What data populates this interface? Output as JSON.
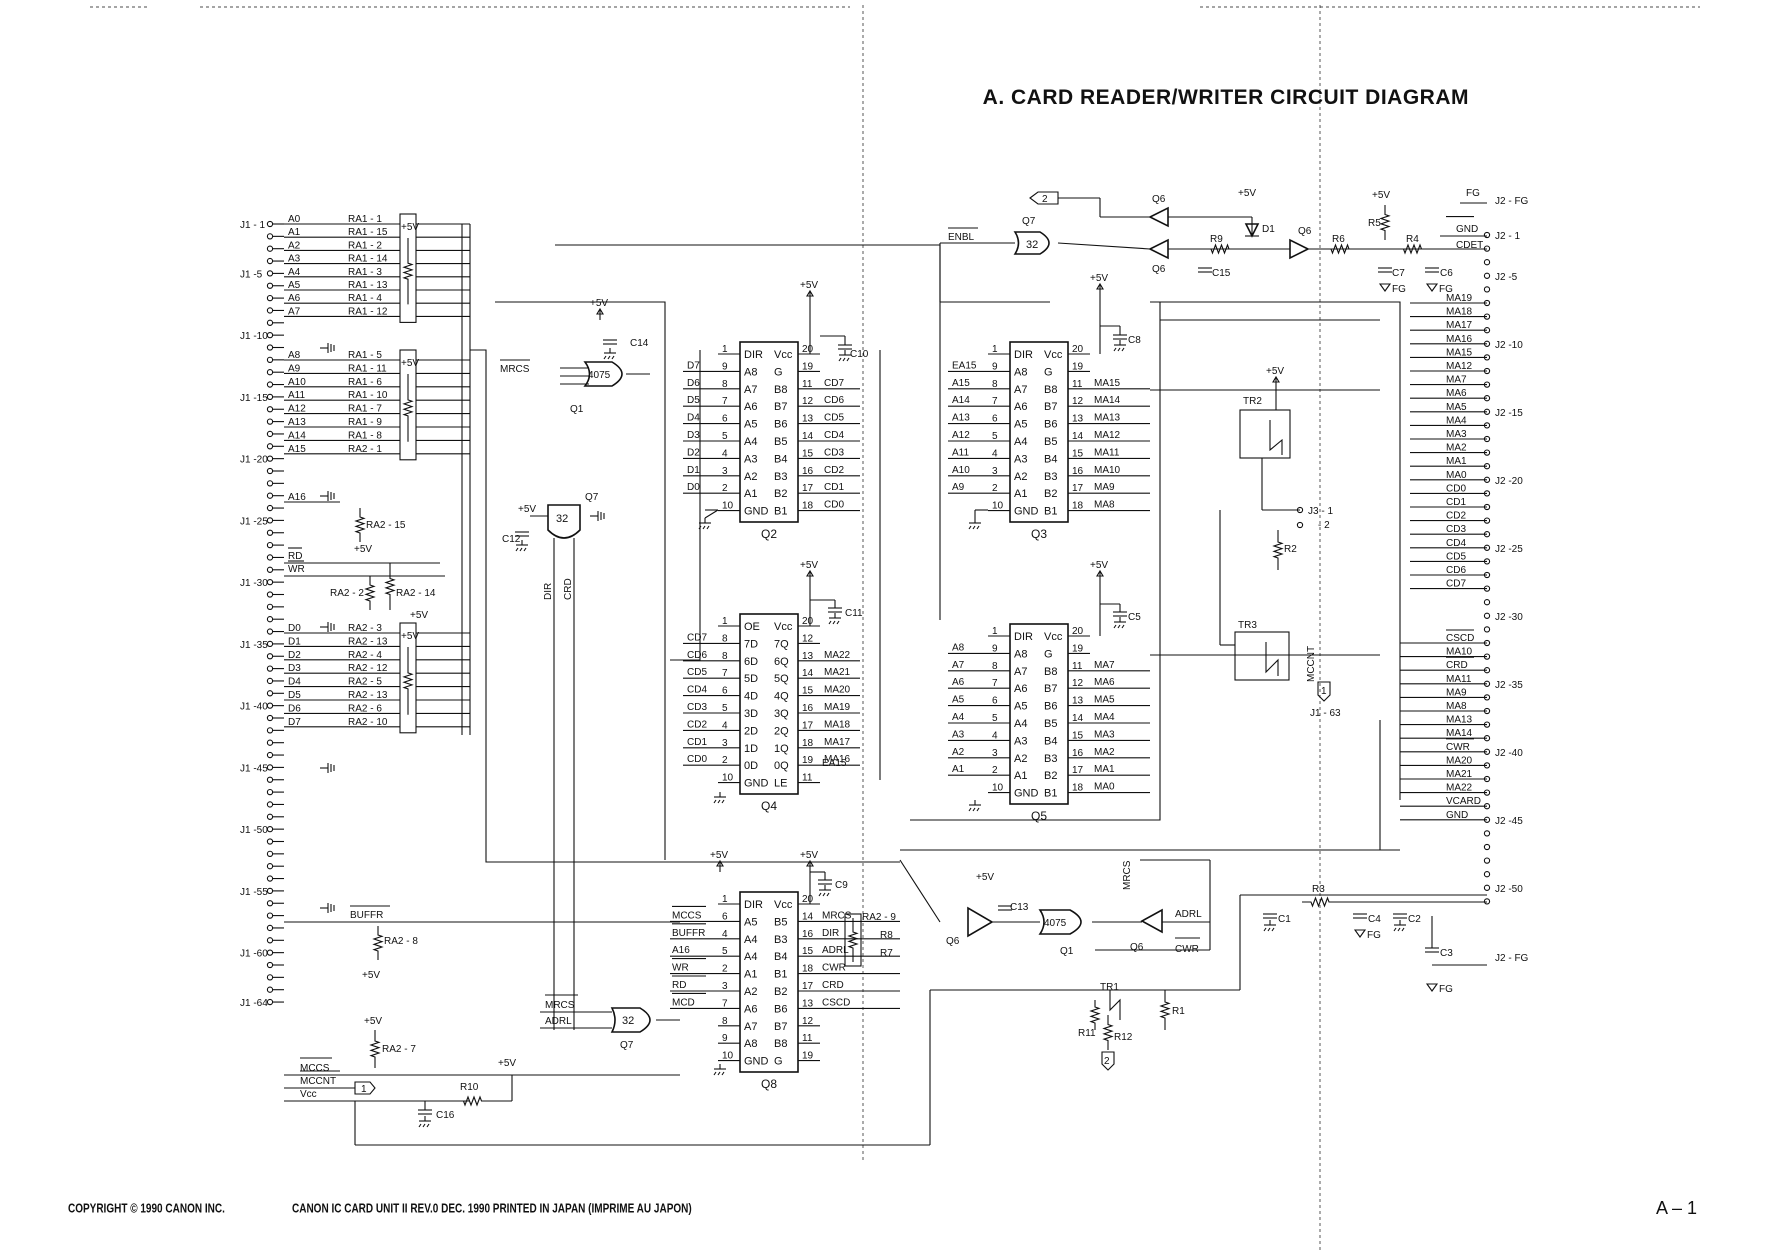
{
  "title": "A. CARD READER/WRITER CIRCUIT DIAGRAM",
  "footer": {
    "copyright": "COPYRIGHT © 1990 CANON INC.",
    "unit_line": "CANON IC CARD UNIT II REV.0 DEC. 1990 PRINTED IN JAPAN (IMPRIME AU JAPON)",
    "page": "A – 1"
  },
  "j1_pins": [
    "J1 - 1",
    "J1 -5",
    "J1 -10",
    "J1 -15",
    "J1 -20",
    "J1 -25",
    "J1 -30",
    "J1 -35",
    "J1 -40",
    "J1 -45",
    "J1 -50",
    "J1 -55",
    "J1 -60",
    "J1 -64"
  ],
  "j2_pins": [
    "J2 - FG",
    "J2 - 1",
    "J2 -5",
    "J2 -10",
    "J2 -15",
    "J2 -20",
    "J2 -25",
    "J2 -30",
    "J2 -35",
    "J2 -40",
    "J2 -45",
    "J2 -50",
    "J2 - FG"
  ],
  "addr_low": [
    "A0",
    "A1",
    "A2",
    "A3",
    "A4",
    "A5",
    "A6",
    "A7"
  ],
  "addr_low_res": [
    "RA1 - 1",
    "RA1 - 15",
    "RA1 - 2",
    "RA1 - 14",
    "RA1 - 3",
    "RA1 - 13",
    "RA1 - 4",
    "RA1 - 12"
  ],
  "addr_high": [
    "A8",
    "A9",
    "A10",
    "A11",
    "A12",
    "A13",
    "A14",
    "A15"
  ],
  "addr_high_res": [
    "RA1 - 5",
    "RA1 - 11",
    "RA1 - 6",
    "RA1 - 10",
    "RA1 - 7",
    "RA1 - 9",
    "RA1 - 8",
    "RA2 - 1"
  ],
  "data_lines": [
    "D0",
    "D1",
    "D2",
    "D3",
    "D4",
    "D5",
    "D6",
    "D7"
  ],
  "data_res": [
    "RA2 - 3",
    "RA2 - 13",
    "RA2 - 4",
    "RA2 - 12",
    "RA2 - 5",
    "RA2 - 13",
    "RA2 - 6",
    "RA2 - 10"
  ],
  "misc_labels": {
    "a16": "A16",
    "ra2_15": "RA2 - 15",
    "plus5v": "+5V",
    "rd": "RD",
    "wr": "WR",
    "ra2_2": "RA2 - 2",
    "ra2_14": "RA2 - 14",
    "buffr": "BUFFR",
    "ra2_8": "RA2 - 8",
    "ra2_7": "RA2 - 7",
    "mccs": "MCCS",
    "mccnt": "MCCNT",
    "vcc": "Vcc",
    "r10": "R10",
    "c16": "C16",
    "mrcs": "MRCS",
    "enbl": "ENBL",
    "dir": "DIR",
    "crd": "CRD",
    "plus5v_tag": "+5V",
    "flag1": "1",
    "flag2": "2"
  },
  "q1": {
    "name": "Q1",
    "part": "4075"
  },
  "q7": {
    "name": "Q7",
    "part": "32"
  },
  "q2": {
    "name": "Q2",
    "left": [
      [
        "1",
        "DIR"
      ],
      [
        "9",
        "A8"
      ],
      [
        "8",
        "A7"
      ],
      [
        "7",
        "A6"
      ],
      [
        "6",
        "A5"
      ],
      [
        "5",
        "A4"
      ],
      [
        "4",
        "A3"
      ],
      [
        "3",
        "A2"
      ],
      [
        "2",
        "A1"
      ],
      [
        "10",
        "GND"
      ]
    ],
    "right": [
      [
        "20",
        "Vcc"
      ],
      [
        "19",
        "G"
      ],
      [
        "11",
        "B8"
      ],
      [
        "12",
        "B7"
      ],
      [
        "13",
        "B6"
      ],
      [
        "14",
        "B5"
      ],
      [
        "15",
        "B4"
      ],
      [
        "16",
        "B3"
      ],
      [
        "17",
        "B2"
      ],
      [
        "18",
        "B1"
      ]
    ],
    "in": [
      "D7",
      "D6",
      "D5",
      "D4",
      "D3",
      "D2",
      "D1",
      "D0"
    ],
    "out": [
      "CD7",
      "CD6",
      "CD5",
      "CD4",
      "CD3",
      "CD2",
      "CD1",
      "CD0"
    ]
  },
  "q3": {
    "name": "Q3",
    "left": [
      [
        "1",
        "DIR"
      ],
      [
        "9",
        "A8"
      ],
      [
        "8",
        "A7"
      ],
      [
        "7",
        "A6"
      ],
      [
        "6",
        "A5"
      ],
      [
        "5",
        "A4"
      ],
      [
        "4",
        "A3"
      ],
      [
        "3",
        "A2"
      ],
      [
        "2",
        "A1"
      ],
      [
        "10",
        "GND"
      ]
    ],
    "right": [
      [
        "20",
        "Vcc"
      ],
      [
        "19",
        "G"
      ],
      [
        "11",
        "B8"
      ],
      [
        "12",
        "B7"
      ],
      [
        "13",
        "B6"
      ],
      [
        "14",
        "B5"
      ],
      [
        "15",
        "B4"
      ],
      [
        "16",
        "B3"
      ],
      [
        "17",
        "B2"
      ],
      [
        "18",
        "B1"
      ]
    ],
    "in": [
      "EA15",
      "A15",
      "A14",
      "A13",
      "A12",
      "A11",
      "A10",
      "A9"
    ],
    "out": [
      "MA15",
      "MA14",
      "MA13",
      "MA12",
      "MA11",
      "MA10",
      "MA9",
      "MA8"
    ]
  },
  "q4": {
    "name": "Q4",
    "left": [
      [
        "1",
        "OE"
      ],
      [
        "8",
        "7D"
      ],
      [
        "8",
        "6D"
      ],
      [
        "7",
        "5D"
      ],
      [
        "6",
        "4D"
      ],
      [
        "5",
        "3D"
      ],
      [
        "4",
        "2D"
      ],
      [
        "3",
        "1D"
      ],
      [
        "2",
        "0D"
      ],
      [
        "10",
        "GND"
      ]
    ],
    "right": [
      [
        "20",
        "Vcc"
      ],
      [
        "12",
        "7Q"
      ],
      [
        "13",
        "6Q"
      ],
      [
        "14",
        "5Q"
      ],
      [
        "15",
        "4Q"
      ],
      [
        "16",
        "3Q"
      ],
      [
        "17",
        "2Q"
      ],
      [
        "18",
        "1Q"
      ],
      [
        "19",
        "0Q"
      ],
      [
        "11",
        "LE"
      ]
    ],
    "in": [
      "CD7",
      "CD6",
      "CD5",
      "CD4",
      "CD3",
      "CD2",
      "CD1",
      "CD0"
    ],
    "out": [
      "MA22",
      "MA21",
      "MA20",
      "MA19",
      "MA18",
      "MA17",
      "MA16",
      "EA15"
    ]
  },
  "q5": {
    "name": "Q5",
    "left": [
      [
        "1",
        "DIR"
      ],
      [
        "9",
        "A8"
      ],
      [
        "8",
        "A7"
      ],
      [
        "7",
        "A6"
      ],
      [
        "6",
        "A5"
      ],
      [
        "5",
        "A4"
      ],
      [
        "4",
        "A3"
      ],
      [
        "3",
        "A2"
      ],
      [
        "2",
        "A1"
      ],
      [
        "10",
        "GND"
      ]
    ],
    "right": [
      [
        "20",
        "Vcc"
      ],
      [
        "19",
        "G"
      ],
      [
        "11",
        "B8"
      ],
      [
        "12",
        "B7"
      ],
      [
        "13",
        "B6"
      ],
      [
        "14",
        "B5"
      ],
      [
        "15",
        "B4"
      ],
      [
        "16",
        "B3"
      ],
      [
        "17",
        "B2"
      ],
      [
        "18",
        "B1"
      ]
    ],
    "in": [
      "A8",
      "A7",
      "A6",
      "A5",
      "A4",
      "A3",
      "A2",
      "A1"
    ],
    "out": [
      "MA7",
      "MA6",
      "MA5",
      "MA4",
      "MA3",
      "MA2",
      "MA1",
      "MA0"
    ]
  },
  "q8": {
    "name": "Q8",
    "left": [
      [
        "1",
        "DIR"
      ],
      [
        "6",
        "A5"
      ],
      [
        "4",
        "A4"
      ],
      [
        "5",
        "A4"
      ],
      [
        "2",
        "A1"
      ],
      [
        "3",
        "A2"
      ],
      [
        "7",
        "A6"
      ],
      [
        "8",
        "A7"
      ],
      [
        "9",
        "A8"
      ],
      [
        "10",
        "GND"
      ]
    ],
    "right": [
      [
        "20",
        "Vcc"
      ],
      [
        "14",
        "B5"
      ],
      [
        "16",
        "B3"
      ],
      [
        "15",
        "B4"
      ],
      [
        "18",
        "B1"
      ],
      [
        "17",
        "B2"
      ],
      [
        "13",
        "B6"
      ],
      [
        "12",
        "B7"
      ],
      [
        "11",
        "B8"
      ],
      [
        "19",
        "G"
      ]
    ],
    "in": [
      "MCCS",
      "BUFFR",
      "A16",
      "WR",
      "RD",
      "MCD"
    ],
    "out": [
      "MRCS",
      "DIR",
      "ADRL",
      "CWR",
      "CRD",
      "CSCD"
    ],
    "ra2_9": "RA2 - 9",
    "r8": "R8",
    "r7": "R7"
  },
  "q7b": {
    "name": "Q7",
    "part": "32",
    "in": [
      "MRCS",
      "ADRL"
    ]
  },
  "bottom_logic": {
    "q6": "Q6",
    "q1": "Q1",
    "part": "4075",
    "c13": "C13",
    "mrcs": "MRCS",
    "adrl": "ADRL",
    "cwr": "CWR",
    "tr1": "TR1",
    "r11": "R11",
    "r12": "R12",
    "r1": "R1",
    "c9": "C9"
  },
  "top_right": {
    "q7": "Q7",
    "q6a": "Q6",
    "q6b": "Q6",
    "q6c": "Q6",
    "d1": "D1",
    "r9": "R9",
    "c15": "C15",
    "r6": "R6",
    "r5": "R5",
    "r4": "R4",
    "c7": "C7",
    "c6": "C6",
    "fg": "FG",
    "gnd": "GND",
    "cdet": "CDET",
    "vfg1": "FG",
    "vfg2": "FG"
  },
  "trs": {
    "tr2": "TR2",
    "tr3": "TR3",
    "j3_1": "J3 - 1",
    "j3_2": "- 2",
    "r2": "R2",
    "mccnt": "MCCNT",
    "j1_63": "J1 - 63",
    "flag": "1"
  },
  "caps": {
    "c14": "C14",
    "c10": "C10",
    "c8": "C8",
    "c11": "C11",
    "c5": "C5",
    "c12": "C12",
    "c9": "C9"
  },
  "j2_signals": [
    "MA19",
    "MA18",
    "MA17",
    "MA16",
    "MA15",
    "MA12",
    "MA7",
    "MA6",
    "MA5",
    "MA4",
    "MA3",
    "MA2",
    "MA1",
    "MA0",
    "CD0",
    "CD1",
    "CD2",
    "CD3",
    "CD4",
    "CD5",
    "CD6",
    "CD7"
  ],
  "j2_signals_lower": [
    "CSCD",
    "MA10",
    "CRD",
    "MA11",
    "MA9",
    "MA8",
    "MA13",
    "MA14",
    "CWR",
    "MA20",
    "MA21",
    "MA22",
    "VCARD",
    "GND"
  ],
  "power_filter": {
    "r3": "R3",
    "c1": "C1",
    "c4": "C4",
    "c2": "C2",
    "c3": "C3",
    "fg1": "FG",
    "fg2": "FG"
  }
}
